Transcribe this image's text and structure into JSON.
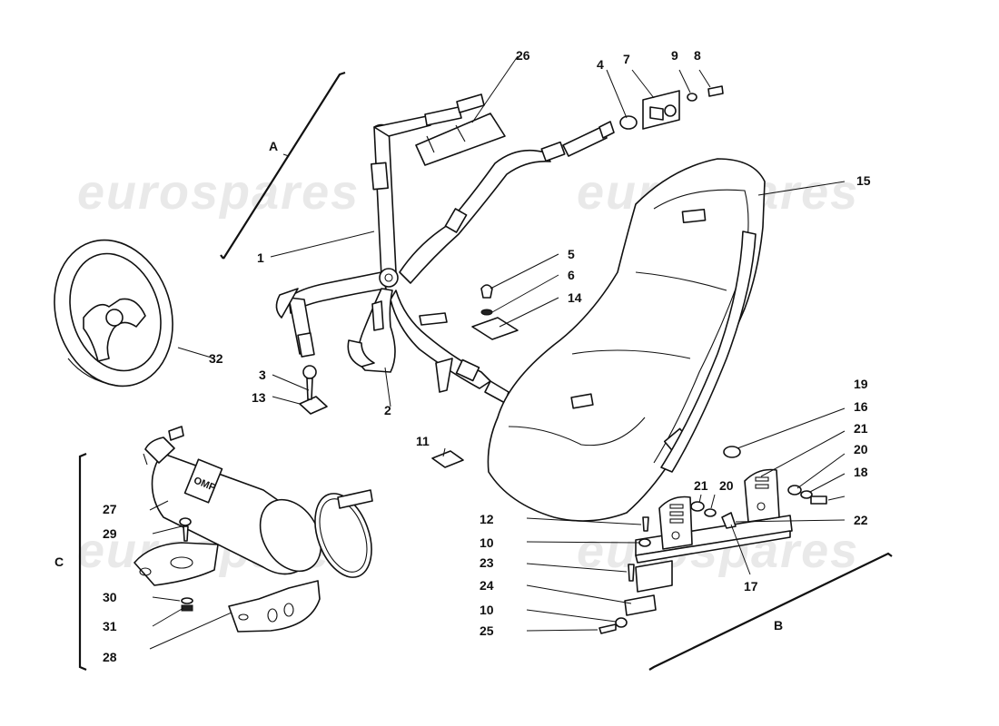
{
  "watermark": "eurospares",
  "part_numbers": [
    "1",
    "2",
    "3",
    "4",
    "5",
    "6",
    "7",
    "8",
    "9",
    "10",
    "11",
    "12",
    "13",
    "14",
    "15",
    "16",
    "17",
    "18",
    "19",
    "20",
    "21",
    "22",
    "23",
    "24",
    "25",
    "26",
    "27",
    "28",
    "29",
    "30",
    "31",
    "32"
  ],
  "repeat_numbers": [
    "10",
    "10",
    "20",
    "21"
  ],
  "group_labels": [
    "A",
    "B",
    "C"
  ],
  "extinguisher_brand": "OMP"
}
